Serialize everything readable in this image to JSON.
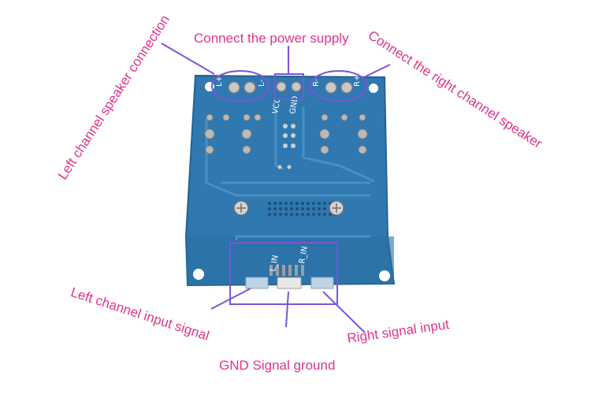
{
  "annotations": {
    "power": "Connect the power supply",
    "left_speaker": "Left channel speaker connection",
    "right_speaker": "Connect the right channel speaker",
    "left_input": "Left channel input signal",
    "gnd": "GND Signal ground",
    "right_input": "Right signal input"
  },
  "silkscreen": {
    "l_plus": "L+",
    "l_minus": "L-",
    "vcc": "VCC",
    "gnd": "GND",
    "r_minus": "R-",
    "r_plus": "R+",
    "l_in": "L_IN",
    "r_in": "R_IN"
  },
  "colors": {
    "board": "#2f78b0",
    "annotation_text": "#e0338a",
    "callout": "#7b55d6"
  }
}
